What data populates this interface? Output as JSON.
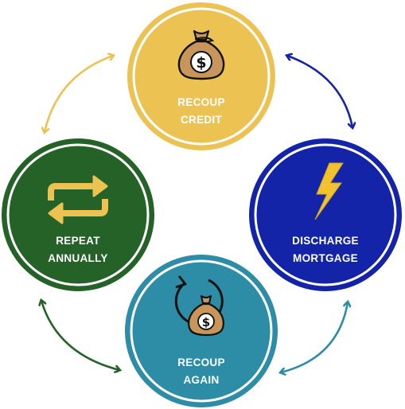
{
  "nodes": [
    {
      "id": "recoup-credit",
      "line1": "RECOUP",
      "line2": "CREDIT",
      "icon": "money-bag-icon",
      "color": "#ecc353"
    },
    {
      "id": "discharge-mortgage",
      "line1": "DISCHARGE",
      "line2": "MORTGAGE",
      "icon": "lightning-bolt-icon",
      "color": "#1324a8"
    },
    {
      "id": "recoup-again",
      "line1": "RECOUP",
      "line2": "AGAIN",
      "icon": "money-bag-cycle-icon",
      "color": "#2e8da6"
    },
    {
      "id": "repeat-annually",
      "line1": "REPEAT",
      "line2": "ANNUALLY",
      "icon": "repeat-arrows-icon",
      "color": "#246227"
    }
  ],
  "connectors": [
    {
      "from": "recoup-credit",
      "to": "discharge-mortgage",
      "color": "#1324a8",
      "style": "double-headed-arc"
    },
    {
      "from": "discharge-mortgage",
      "to": "recoup-again",
      "color": "#2e8da6",
      "style": "double-headed-arc"
    },
    {
      "from": "recoup-again",
      "to": "repeat-annually",
      "color": "#246227",
      "style": "double-headed-arc"
    },
    {
      "from": "repeat-annually",
      "to": "recoup-credit",
      "color": "#ecc353",
      "style": "double-headed-arc"
    }
  ],
  "colors": {
    "bag": "#c8965a",
    "bag_outline": "#111111",
    "bolt": "#f2c12e",
    "repeat_icon": "#ecc353"
  }
}
